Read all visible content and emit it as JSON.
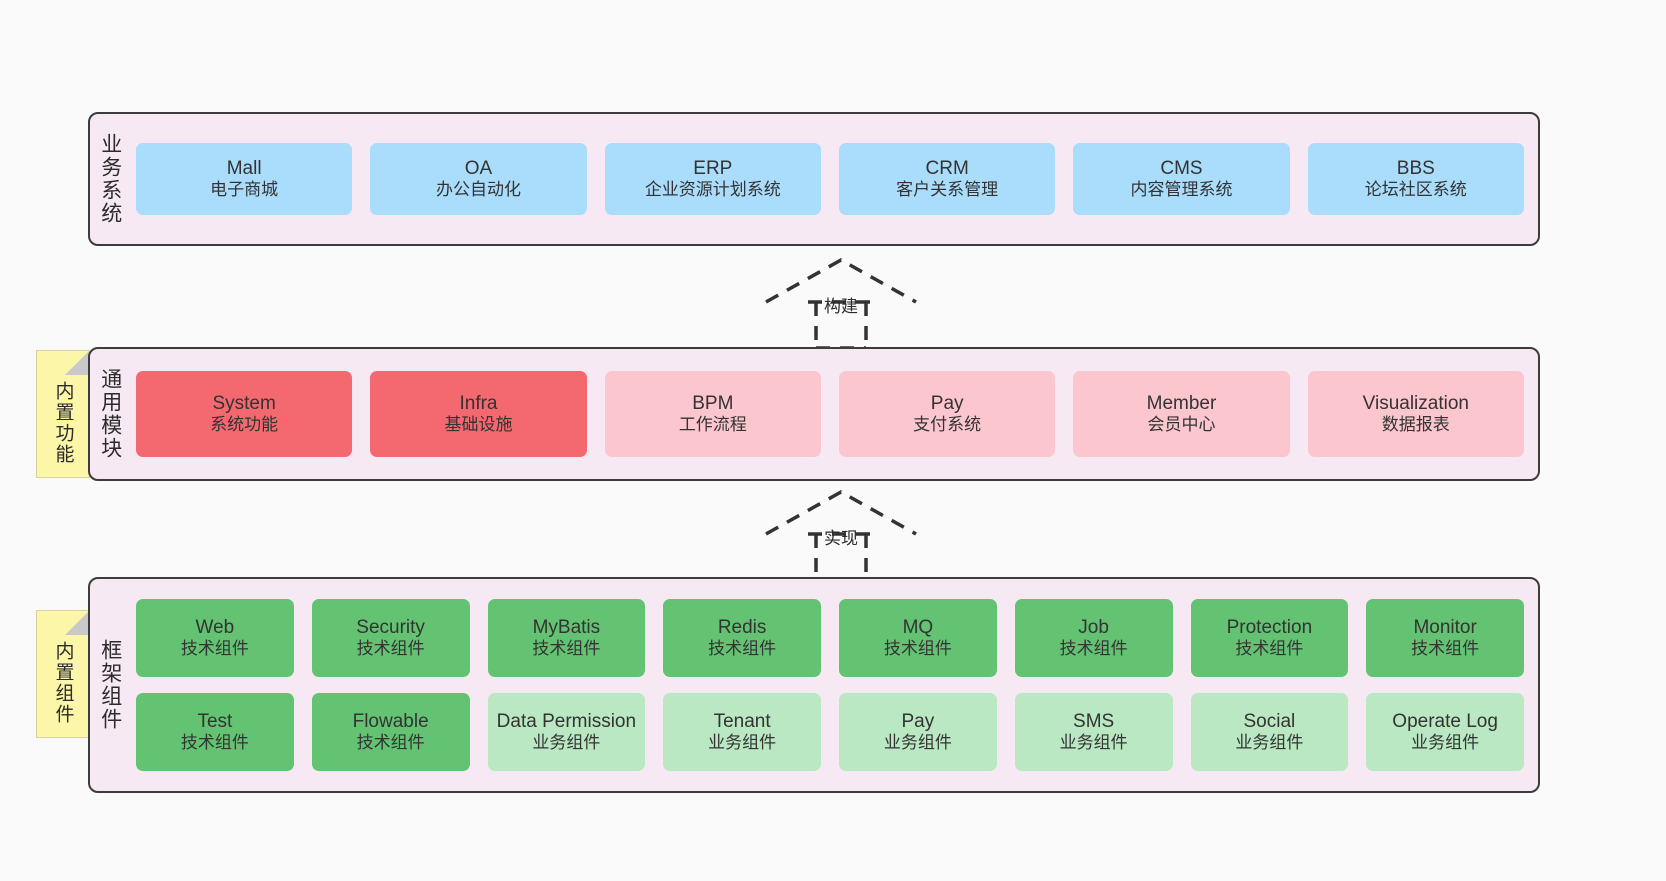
{
  "diagram": {
    "title": "ruoyi-vue-pro architecture layers",
    "colors": {
      "layer_background": "#f7e9f3",
      "layer_border": "#3c3c3c",
      "blue": "#aadcfb",
      "red": "#f4686f",
      "pink": "#fbc6cd",
      "green_dark": "#63c372",
      "green_light": "#b9e8c2",
      "note_yellow": "#fcf6a8",
      "page_background": "#fafafa"
    }
  },
  "layers": [
    {
      "id": "business",
      "title": "业务系统",
      "rows": [
        {
          "cells": [
            {
              "name": "Mall",
              "desc": "电子商城",
              "color": "c-blue"
            },
            {
              "name": "OA",
              "desc": "办公自动化",
              "color": "c-blue"
            },
            {
              "name": "ERP",
              "desc": "企业资源计划系统",
              "color": "c-blue"
            },
            {
              "name": "CRM",
              "desc": "客户关系管理",
              "color": "c-blue"
            },
            {
              "name": "CMS",
              "desc": "内容管理系统",
              "color": "c-blue"
            },
            {
              "name": "BBS",
              "desc": "论坛社区系统",
              "color": "c-blue"
            }
          ]
        }
      ]
    },
    {
      "id": "module",
      "title": "通用模块",
      "note": "内置功能",
      "rows": [
        {
          "cells": [
            {
              "name": "System",
              "desc": "系统功能",
              "color": "c-red"
            },
            {
              "name": "Infra",
              "desc": "基础设施",
              "color": "c-red"
            },
            {
              "name": "BPM",
              "desc": "工作流程",
              "color": "c-pink"
            },
            {
              "name": "Pay",
              "desc": "支付系统",
              "color": "c-pink"
            },
            {
              "name": "Member",
              "desc": "会员中心",
              "color": "c-pink"
            },
            {
              "name": "Visualization",
              "desc": "数据报表",
              "color": "c-pink"
            }
          ]
        }
      ]
    },
    {
      "id": "frame",
      "title": "框架组件",
      "note": "内置组件",
      "rows": [
        {
          "cells": [
            {
              "name": "Web",
              "desc": "技术组件",
              "color": "c-green-dark"
            },
            {
              "name": "Security",
              "desc": "技术组件",
              "color": "c-green-dark"
            },
            {
              "name": "MyBatis",
              "desc": "技术组件",
              "color": "c-green-dark"
            },
            {
              "name": "Redis",
              "desc": "技术组件",
              "color": "c-green-dark"
            },
            {
              "name": "MQ",
              "desc": "技术组件",
              "color": "c-green-dark"
            },
            {
              "name": "Job",
              "desc": "技术组件",
              "color": "c-green-dark"
            },
            {
              "name": "Protection",
              "desc": "技术组件",
              "color": "c-green-dark"
            },
            {
              "name": "Monitor",
              "desc": "技术组件",
              "color": "c-green-dark"
            }
          ]
        },
        {
          "cells": [
            {
              "name": "Test",
              "desc": "技术组件",
              "color": "c-green-dark"
            },
            {
              "name": "Flowable",
              "desc": "技术组件",
              "color": "c-green-dark"
            },
            {
              "name": "Data Permission",
              "desc": "业务组件",
              "color": "c-green-light"
            },
            {
              "name": "Tenant",
              "desc": "业务组件",
              "color": "c-green-light"
            },
            {
              "name": "Pay",
              "desc": "业务组件",
              "color": "c-green-light"
            },
            {
              "name": "SMS",
              "desc": "业务组件",
              "color": "c-green-light"
            },
            {
              "name": "Social",
              "desc": "业务组件",
              "color": "c-green-light"
            },
            {
              "name": "Operate Log",
              "desc": "业务组件",
              "color": "c-green-light"
            }
          ]
        }
      ]
    }
  ],
  "connectors": [
    {
      "id": "build",
      "label": "构建",
      "from": "module",
      "to": "business",
      "style": "dashed-generalization"
    },
    {
      "id": "realize",
      "label": "实现",
      "from": "frame",
      "to": "module",
      "style": "dashed-generalization"
    }
  ]
}
